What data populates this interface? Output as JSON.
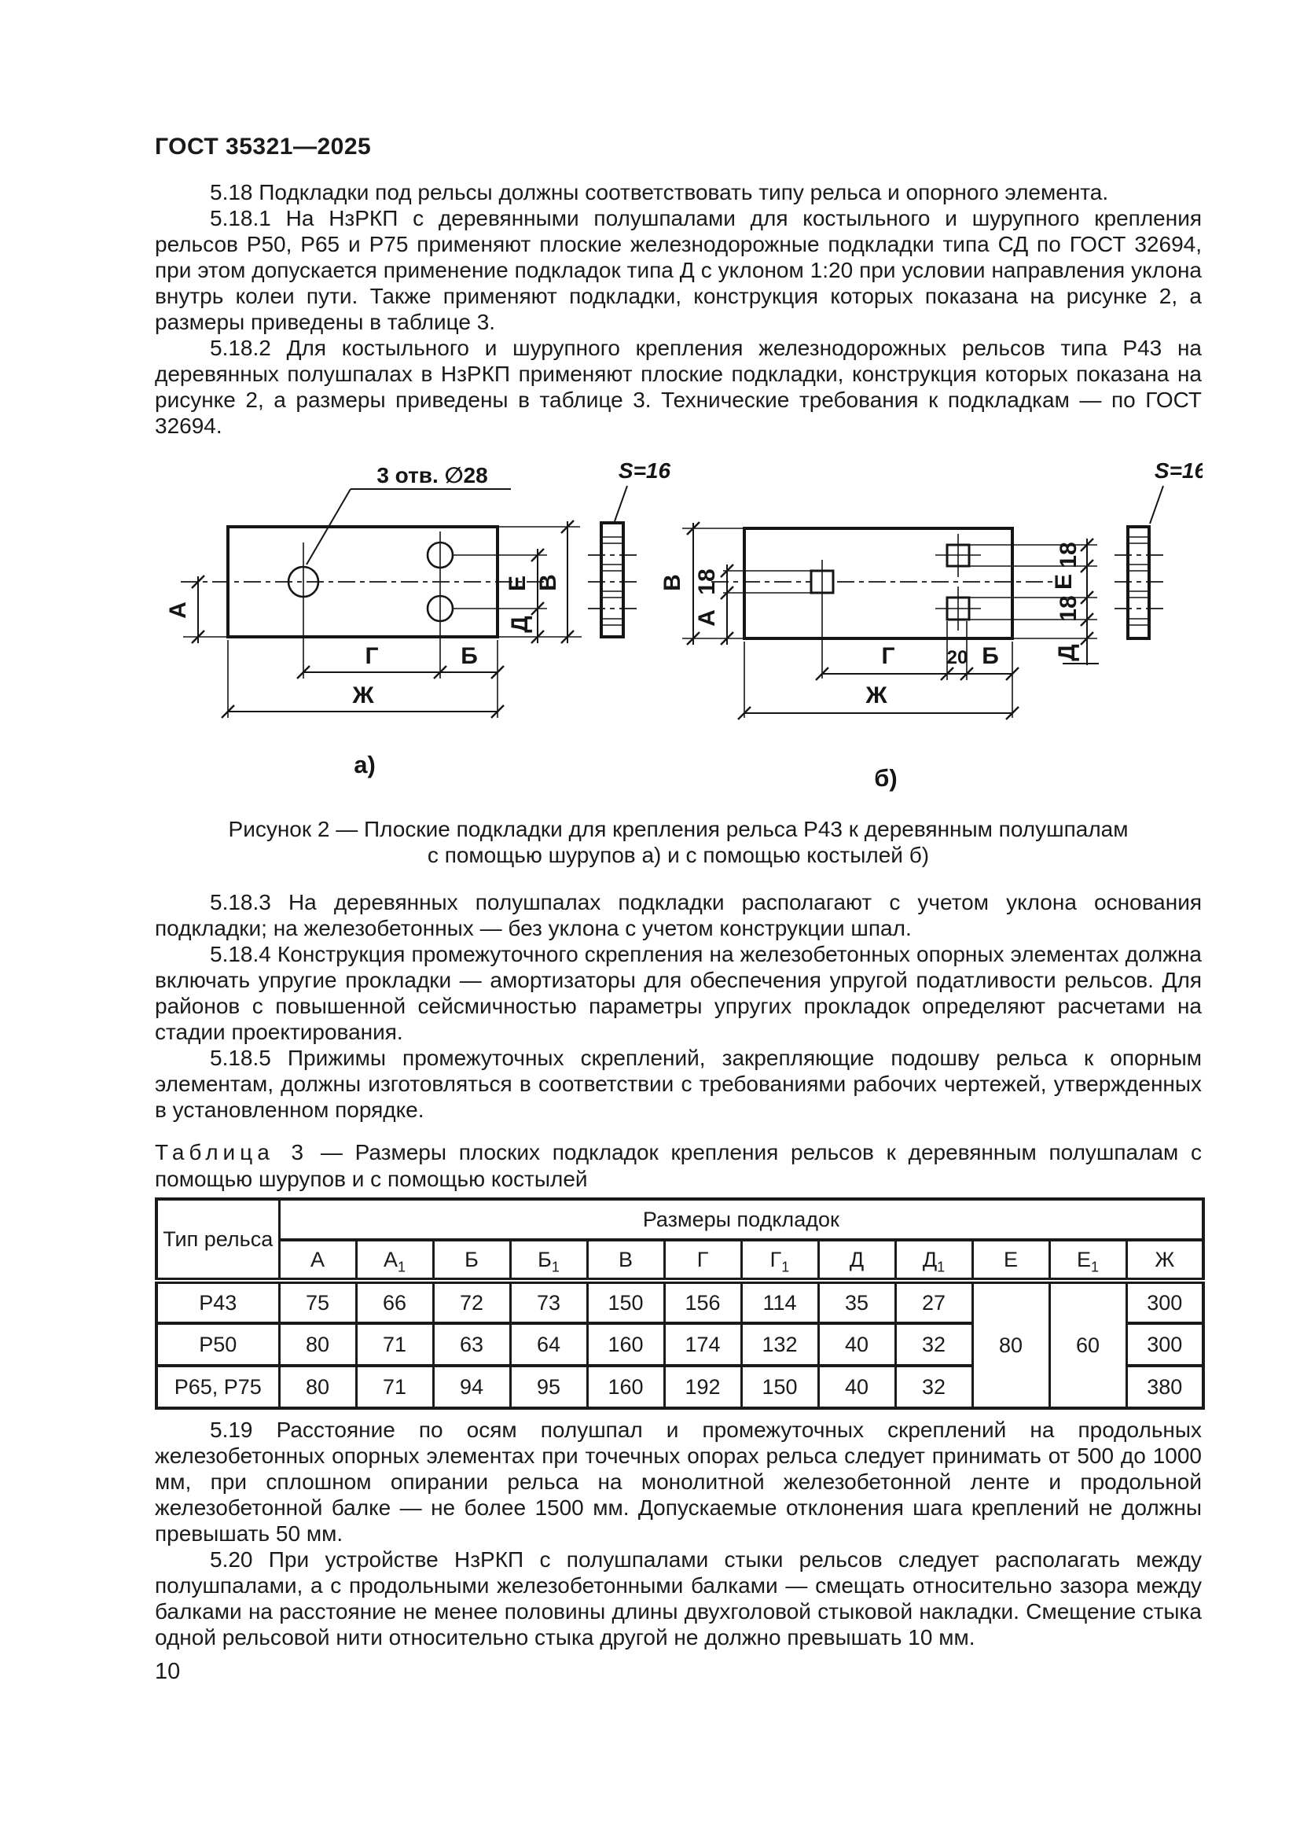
{
  "page": {
    "header": "ГОСТ 35321—2025",
    "number": "10"
  },
  "sections": {
    "p_5_18": "5.18 Подкладки под рельсы должны соответствовать типу рельса и опорного элемента.",
    "p_5_18_1": "5.18.1 На НзРКП с деревянными полушпалами для костыльного и шурупного крепления рельсов Р50, Р65 и Р75 применяют плоские железнодорожные подкладки типа СД по ГОСТ 32694, при этом допускается применение подкладок типа Д с уклоном 1:20 при условии направления уклона внутрь колеи пути. Также применяют подкладки, конструкция которых показана на рисунке 2, а размеры приведены в таблице 3.",
    "p_5_18_2": "5.18.2 Для костыльного и шурупного крепления железнодорожных рельсов типа Р43 на деревянных полушпалах в НзРКП применяют плоские подкладки, конструкция которых показана на рисунке 2, а размеры приведены в таблице 3. Технические требования к подкладкам — по ГОСТ 32694.",
    "p_5_18_3": "5.18.3 На деревянных полушпалах подкладки располагают с учетом уклона основания подкладки; на железобетонных — без уклона с учетом конструкции шпал.",
    "p_5_18_4": "5.18.4 Конструкция промежуточного скрепления на железобетонных опорных элементах должна включать упругие прокладки — амортизаторы для обеспечения упругой податливости рельсов. Для районов с повышенной сейсмичностью параметры упругих прокладок определяют расчетами на стадии проектирования.",
    "p_5_18_5": "5.18.5 Прижимы промежуточных скреплений, закрепляющие подошву рельса к опорным элементам, должны изготовляться в соответствии с требованиями рабочих чертежей, утвержденных в установленном порядке.",
    "p_5_19": "5.19 Расстояние по осям полушпал и промежуточных скреплений на продольных железобетонных опорных элементах при точечных опорах рельса следует принимать от 500 до 1000 мм, при сплошном опирании рельса на монолитной железобетонной ленте и продольной железобетонной балке — не более 1500 мм. Допускаемые отклонения шага креплений не должны превышать 50 мм.",
    "p_5_20": "5.20 При устройстве НзРКП с полушпалами стыки рельсов следует располагать между полушпалами, а с продольными железобетонными балками — смещать относительно зазора между балками на расстояние не менее половины длины двухголовой стыковой накладки. Смещение стыка одной рельсовой нити относительно стыка другой не должно превышать 10 мм."
  },
  "figure": {
    "hole_note": "3 отв. ∅28",
    "thickness_label": "S=16",
    "dim_a": "А",
    "dim_b": "Б",
    "dim_v": "В",
    "dim_g": "Г",
    "dim_d": "Д",
    "dim_e": "Е",
    "dim_zh": "Ж",
    "dim_18": "18",
    "dim_20": "20",
    "sublabel_a": "а)",
    "sublabel_b": "б)",
    "caption_line1": "Рисунок 2 — Плоские подкладки для крепления рельса Р43 к деревянным полушпалам",
    "caption_line2": "с помощью шурупов а) и с помощью костылей б)"
  },
  "table": {
    "label": "Таблица 3",
    "title": "— Размеры плоских подкладок крепления рельсов к деревянным полушпалам с помощью шурупов и с помощью костылей",
    "corner_header": "Тип рельса",
    "group_header": "Размеры подкладок",
    "columns": [
      {
        "base": "А"
      },
      {
        "base": "А",
        "sub": "1"
      },
      {
        "base": "Б"
      },
      {
        "base": "Б",
        "sub": "1"
      },
      {
        "base": "В"
      },
      {
        "base": "Г"
      },
      {
        "base": "Г",
        "sub": "1"
      },
      {
        "base": "Д"
      },
      {
        "base": "Д",
        "sub": "1"
      },
      {
        "base": "Е"
      },
      {
        "base": "Е",
        "sub": "1"
      },
      {
        "base": "Ж"
      }
    ],
    "rows": [
      {
        "type": "Р43",
        "a": "75",
        "a1": "66",
        "b": "72",
        "b1": "73",
        "v": "150",
        "g": "156",
        "g1": "114",
        "d": "35",
        "d1": "27",
        "zh": "300"
      },
      {
        "type": "Р50",
        "a": "80",
        "a1": "71",
        "b": "63",
        "b1": "64",
        "v": "160",
        "g": "174",
        "g1": "132",
        "d": "40",
        "d1": "32",
        "zh": "300"
      },
      {
        "type": "Р65, Р75",
        "a": "80",
        "a1": "71",
        "b": "94",
        "b1": "95",
        "v": "160",
        "g": "192",
        "g1": "150",
        "d": "40",
        "d1": "32",
        "zh": "380"
      }
    ],
    "merged": {
      "e": "80",
      "e1": "60"
    }
  }
}
